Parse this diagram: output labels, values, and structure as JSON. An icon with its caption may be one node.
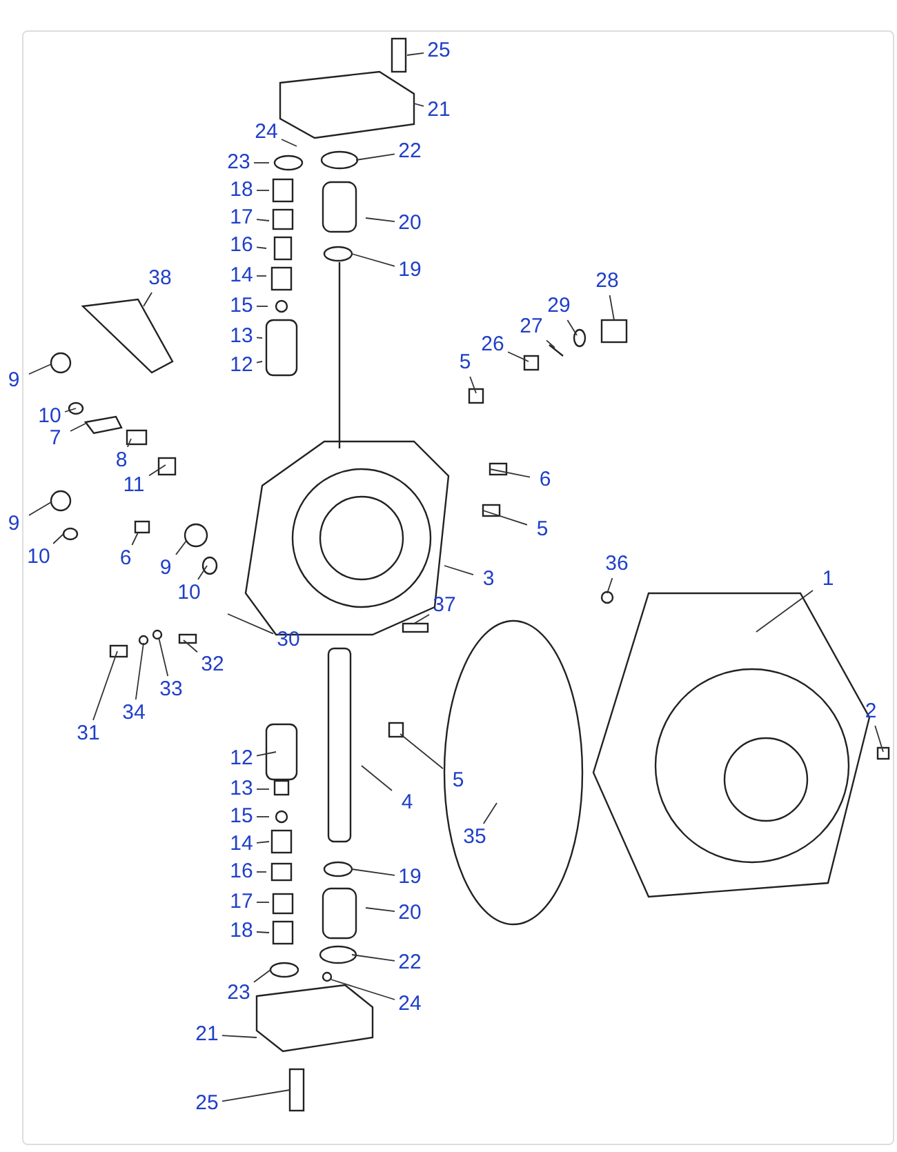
{
  "diagram": {
    "nodes": [
      {
        "text": [
          "25"
        ]
      },
      {
        "text": [
          "21"
        ]
      },
      {
        "text": [
          "24"
        ]
      },
      {
        "text": [
          "22"
        ]
      },
      {
        "text": [
          "23"
        ]
      },
      {
        "text": [
          "18"
        ]
      },
      {
        "text": [
          "20"
        ]
      },
      {
        "text": [
          "17"
        ]
      },
      {
        "text": [
          "16"
        ]
      },
      {
        "text": [
          "19"
        ]
      },
      {
        "text": [
          "14"
        ]
      },
      {
        "text": [
          "15"
        ]
      },
      {
        "text": [
          "38"
        ]
      },
      {
        "text": [
          "13"
        ]
      },
      {
        "text": [
          "12"
        ]
      },
      {
        "text": [
          "28"
        ]
      },
      {
        "text": [
          "29"
        ]
      },
      {
        "text": [
          "27"
        ]
      },
      {
        "text": [
          "26"
        ]
      },
      {
        "text": [
          "5"
        ]
      },
      {
        "text": [
          "9"
        ]
      },
      {
        "text": [
          "10"
        ]
      },
      {
        "text": [
          "7"
        ]
      },
      {
        "text": [
          "8"
        ]
      },
      {
        "text": [
          "11"
        ]
      },
      {
        "text": [
          "6"
        ]
      },
      {
        "text": [
          "9"
        ]
      },
      {
        "text": [
          "5"
        ]
      },
      {
        "text": [
          "10"
        ]
      },
      {
        "text": [
          "6"
        ]
      },
      {
        "text": [
          "9"
        ]
      },
      {
        "text": [
          "10"
        ]
      },
      {
        "text": [
          "3"
        ]
      },
      {
        "text": [
          "36"
        ]
      },
      {
        "text": [
          "1"
        ]
      },
      {
        "text": [
          "31"
        ]
      },
      {
        "text": [
          "34"
        ]
      },
      {
        "text": [
          "33"
        ]
      },
      {
        "text": [
          "32"
        ]
      },
      {
        "text": [
          "30"
        ]
      },
      {
        "text": [
          "37"
        ]
      },
      {
        "text": [
          "2"
        ]
      },
      {
        "text": [
          "12"
        ]
      },
      {
        "text": [
          "5"
        ]
      },
      {
        "text": [
          "35"
        ]
      },
      {
        "text": [
          "13"
        ]
      },
      {
        "text": [
          "4"
        ]
      },
      {
        "text": [
          "15"
        ]
      },
      {
        "text": [
          "14"
        ]
      },
      {
        "text": [
          "16"
        ]
      },
      {
        "text": [
          "19"
        ]
      },
      {
        "text": [
          "17"
        ]
      },
      {
        "text": [
          "20"
        ]
      },
      {
        "text": [
          "18"
        ]
      },
      {
        "text": [
          "22"
        ]
      },
      {
        "text": [
          "23"
        ]
      },
      {
        "text": [
          "24"
        ]
      },
      {
        "text": [
          "21"
        ]
      },
      {
        "text": [
          "25"
        ]
      }
    ],
    "edges": [
      {
        "from": 0,
        "to": null,
        "arrow": "none"
      },
      {
        "from": 1,
        "to": null,
        "arrow": "none"
      },
      {
        "from": 2,
        "to": null,
        "arrow": "none"
      },
      {
        "from": 3,
        "to": null,
        "arrow": "none"
      },
      {
        "from": 4,
        "to": null,
        "arrow": "none"
      },
      {
        "from": 5,
        "to": null,
        "arrow": "none"
      },
      {
        "from": 6,
        "to": null,
        "arrow": "none"
      },
      {
        "from": 7,
        "to": null,
        "arrow": "none"
      },
      {
        "from": 8,
        "to": null,
        "arrow": "none"
      },
      {
        "from": 9,
        "to": null,
        "arrow": "none"
      },
      {
        "from": 10,
        "to": null,
        "arrow": "none"
      },
      {
        "from": 11,
        "to": null,
        "arrow": "none"
      },
      {
        "from": 12,
        "to": null,
        "arrow": "none"
      },
      {
        "from": 13,
        "to": null,
        "arrow": "none"
      },
      {
        "from": 14,
        "to": null,
        "arrow": "none"
      },
      {
        "from": 15,
        "to": null,
        "arrow": "none"
      },
      {
        "from": 16,
        "to": null,
        "arrow": "none"
      },
      {
        "from": 17,
        "to": null,
        "arrow": "none"
      },
      {
        "from": 18,
        "to": null,
        "arrow": "none"
      },
      {
        "from": 19,
        "to": null,
        "arrow": "none"
      },
      {
        "from": 20,
        "to": null,
        "arrow": "none"
      },
      {
        "from": 21,
        "to": null,
        "arrow": "none"
      },
      {
        "from": 22,
        "to": null,
        "arrow": "none"
      },
      {
        "from": 23,
        "to": null,
        "arrow": "none"
      },
      {
        "from": 24,
        "to": null,
        "arrow": "none"
      },
      {
        "from": 25,
        "to": null,
        "arrow": "none"
      },
      {
        "from": 26,
        "to": null,
        "arrow": "none"
      },
      {
        "from": 27,
        "to": null,
        "arrow": "none"
      },
      {
        "from": 28,
        "to": null,
        "arrow": "none"
      },
      {
        "from": 29,
        "to": null,
        "arrow": "none"
      },
      {
        "from": 30,
        "to": null,
        "arrow": "none"
      },
      {
        "from": 31,
        "to": null,
        "arrow": "none"
      },
      {
        "from": 32,
        "to": null,
        "arrow": "none"
      },
      {
        "from": 33,
        "to": null,
        "arrow": "none"
      },
      {
        "from": 34,
        "to": null,
        "arrow": "none"
      },
      {
        "from": 35,
        "to": null,
        "arrow": "none"
      },
      {
        "from": 36,
        "to": null,
        "arrow": "none"
      },
      {
        "from": 37,
        "to": null,
        "arrow": "none"
      },
      {
        "from": 38,
        "to": null,
        "arrow": "none"
      },
      {
        "from": 39,
        "to": null,
        "arrow": "none"
      },
      {
        "from": 40,
        "to": null,
        "arrow": "none"
      },
      {
        "from": 41,
        "to": null,
        "arrow": "none"
      },
      {
        "from": 42,
        "to": null,
        "arrow": "none"
      },
      {
        "from": 43,
        "to": null,
        "arrow": "none"
      },
      {
        "from": 44,
        "to": null,
        "arrow": "none"
      },
      {
        "from": 45,
        "to": null,
        "arrow": "none"
      },
      {
        "from": 46,
        "to": null,
        "arrow": "none"
      },
      {
        "from": 47,
        "to": null,
        "arrow": "none"
      },
      {
        "from": 48,
        "to": null,
        "arrow": "none"
      },
      {
        "from": 49,
        "to": null,
        "arrow": "none"
      },
      {
        "from": 50,
        "to": null,
        "arrow": "none"
      },
      {
        "from": 51,
        "to": null,
        "arrow": "none"
      },
      {
        "from": 52,
        "to": null,
        "arrow": "none"
      },
      {
        "from": 53,
        "to": null,
        "arrow": "none"
      },
      {
        "from": 54,
        "to": null,
        "arrow": "none"
      },
      {
        "from": 55,
        "to": null,
        "arrow": "none"
      },
      {
        "from": 56,
        "to": null,
        "arrow": "none"
      },
      {
        "from": 57,
        "to": null,
        "arrow": "none"
      },
      {
        "from": 58,
        "to": null,
        "arrow": "none"
      }
    ]
  }
}
